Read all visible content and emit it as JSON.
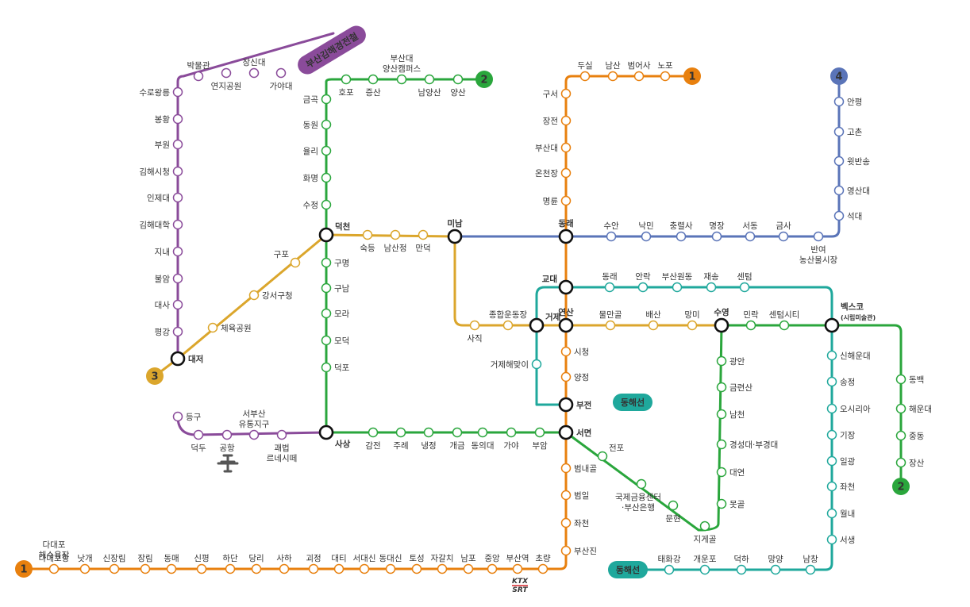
{
  "colors": {
    "line1": "#E8800E",
    "line2": "#2AA63C",
    "line3": "#DBA62C",
    "line4": "#5A74B8",
    "bgl": "#8A4B9A",
    "donghae": "#1FA89C",
    "airport_icon": "#555555",
    "ktx_blue": "#1C3C8C",
    "ktx_red": "#D6272B"
  },
  "lines": {
    "line1": {
      "badge": "1"
    },
    "line2": {
      "badge": "2"
    },
    "line3": {
      "badge": "3"
    },
    "line4": {
      "badge": "4"
    },
    "bgl": {
      "name": "부산김해경전철"
    },
    "donghae": {
      "name": "동해선"
    }
  },
  "stations": {
    "dadaepo_beach": "다대포\n해수욕장",
    "dadaepo_port": "다대포항",
    "natgae": "낫개",
    "sinjangnim": "신장림",
    "jangnim": "장림",
    "dongmae": "동매",
    "sinpyeong": "신평",
    "hadan": "하단",
    "dangni": "당리",
    "saha": "사하",
    "goejeong": "괴정",
    "daeti": "대티",
    "seodaesin": "서대신",
    "dongdaesin": "동대신",
    "toseong": "토성",
    "jagalchi": "자갈치",
    "nampo": "남포",
    "jungang": "중앙",
    "busan_st": "부산역",
    "choryang": "초량",
    "busanjin": "부산진",
    "jwacheon1": "좌천",
    "beomil": "범일",
    "beomnaegol": "범내골",
    "seomyeon": "서면",
    "bujeon": "부전",
    "yangjeong": "양정",
    "sicheong": "시청",
    "yeonsan": "연산",
    "gyodae": "교대",
    "dongnae": "동래",
    "myeongnyun": "명륜",
    "oncheonjang": "온천장",
    "pnu": "부산대",
    "jangjeon": "장전",
    "guseo": "구서",
    "dusil": "두실",
    "namsan": "남산",
    "beomeosa": "범어사",
    "nopo": "노포",
    "jangsan": "장산",
    "jungdong": "중동",
    "haeundae": "해운대",
    "dongbaek": "동백",
    "bexco": "벡스코\n(시립미술관)",
    "centum_city": "센텀시티",
    "millak": "민락",
    "suyeong": "수영",
    "gwangan": "광안",
    "geumnyeonsan": "금련산",
    "namcheon": "남천",
    "kyungsung": "경성대·부경대",
    "daeyeon": "대연",
    "motgol": "못골",
    "jigegol": "지게골",
    "munhyeon": "문현",
    "bifc": "국제금융센터\n·부산은행",
    "jeonpo": "전포",
    "busanam": "부암",
    "gaya": "가야",
    "dongeui": "동의대",
    "gaegeum": "개금",
    "naengjeong": "냉정",
    "jurye": "주례",
    "gamjeon": "감전",
    "sasang": "사상",
    "deokpo": "덕포",
    "modeok": "모덕",
    "mora": "모라",
    "gunam": "구남",
    "gumyeong": "구명",
    "deokcheon": "덕천",
    "sujeong": "수정",
    "hwamyeong": "화명",
    "yulli": "율리",
    "dongwon": "동원",
    "geumgok": "금곡",
    "hopo": "호포",
    "jeungsan": "증산",
    "pnu_yangsan": "부산대\n양산캠퍼스",
    "namyangsan": "남양산",
    "yangsan": "양산",
    "daejeo": "대저",
    "sports_park": "체육공원",
    "gangseo_gu": "강서구청",
    "gupo": "구포",
    "sukdeung": "숙등",
    "namsanjeong": "남산정",
    "mandeok": "만덕",
    "minam": "미남",
    "sajik": "사직",
    "sports_complex": "종합운동장",
    "geoje": "거제",
    "anpyeong": "안평",
    "gochon": "고촌",
    "witbansong": "윗반송",
    "yeongsan_univ": "영산대",
    "seokdae": "석대",
    "banyeo": "반여\n농산물시장",
    "geumsa": "금사",
    "seodong": "서동",
    "myeongjang": "명장",
    "chungnyeolsa": "충렬사",
    "nangmin": "낙민",
    "suan": "수안",
    "dongnae_dh": "동래",
    "allak": "안락",
    "busanwondong": "부산원동",
    "jaesong": "재송",
    "centum": "센텀",
    "mulmangol": "물만골",
    "baesan": "배산",
    "mangmi": "망미",
    "geoje_haemaji": "거제해맞이",
    "sinhaeundae": "신해운대",
    "songjeong": "송정",
    "osiria": "오시리아",
    "gijang": "기장",
    "ilgwang": "일광",
    "jwacheon_dh": "좌천",
    "wollae": "월내",
    "seosaeng": "서생",
    "namchang": "남창",
    "mangyang": "망양",
    "deokha": "덕하",
    "gaeunpo": "개운포",
    "taehwagang": "태화강",
    "deungu": "등구",
    "deokdu": "덕두",
    "airport": "공항",
    "seobusan": "서부산\n유통지구",
    "gwaebeop": "괘법\n르네시떼",
    "pyeonggang": "평강",
    "daesa": "대사",
    "bulam": "불암",
    "jinae": "지내",
    "gimhae_univ": "김해대학",
    "inje_univ": "인제대",
    "gimhae_city": "김해시청",
    "buwon": "부원",
    "bonghwang": "봉황",
    "suro": "수로왕릉",
    "museum": "박물관",
    "yeonji": "연지공원",
    "jangsindae": "장신대",
    "gayadae": "가야대"
  },
  "logos": {
    "ktx": "KTX",
    "srt": "SRT"
  },
  "icons": {
    "airport": "airplane-icon",
    "station": "station-circle-icon",
    "transfer": "transfer-station-icon"
  }
}
